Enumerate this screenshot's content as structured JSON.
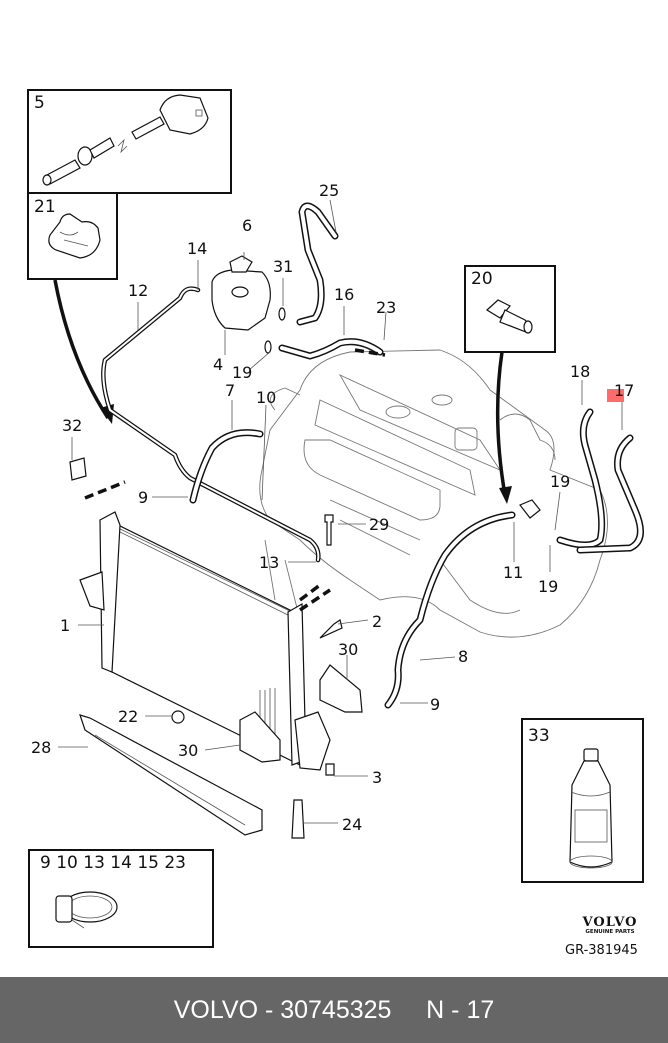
{
  "diagram": {
    "title": "Cooling system - radiator, expansion tank and coolant hoses",
    "highlight_color": "#ff6b6b",
    "callouts": [
      {
        "id": "c1",
        "label": "1"
      },
      {
        "id": "c2",
        "label": "2"
      },
      {
        "id": "c3",
        "label": "3"
      },
      {
        "id": "c4",
        "label": "4"
      },
      {
        "id": "c6",
        "label": "6"
      },
      {
        "id": "c7",
        "label": "7"
      },
      {
        "id": "c8",
        "label": "8"
      },
      {
        "id": "c9a",
        "label": "9"
      },
      {
        "id": "c9b",
        "label": "9"
      },
      {
        "id": "c10",
        "label": "10"
      },
      {
        "id": "c11",
        "label": "11"
      },
      {
        "id": "c12",
        "label": "12"
      },
      {
        "id": "c13",
        "label": "13"
      },
      {
        "id": "c14",
        "label": "14"
      },
      {
        "id": "c16",
        "label": "16"
      },
      {
        "id": "c17",
        "label": "17"
      },
      {
        "id": "c18",
        "label": "18"
      },
      {
        "id": "c19a",
        "label": "19"
      },
      {
        "id": "c19b",
        "label": "19"
      },
      {
        "id": "c19c",
        "label": "19"
      },
      {
        "id": "c22",
        "label": "22"
      },
      {
        "id": "c23",
        "label": "23"
      },
      {
        "id": "c24",
        "label": "24"
      },
      {
        "id": "c25",
        "label": "25"
      },
      {
        "id": "c28",
        "label": "28"
      },
      {
        "id": "c29",
        "label": "29"
      },
      {
        "id": "c30a",
        "label": "30"
      },
      {
        "id": "c30b",
        "label": "30"
      },
      {
        "id": "c31",
        "label": "31"
      },
      {
        "id": "c32",
        "label": "32"
      }
    ],
    "insets": {
      "sensor": {
        "label": "5"
      },
      "clip": {
        "label": "21"
      },
      "nipple": {
        "label": "20"
      },
      "coolant_bottle": {
        "label": "33"
      },
      "hose_clamp": {
        "label": "9  10  13  14  15  23"
      }
    },
    "highlighted_part": "17"
  },
  "brand": {
    "name": "VOLVO",
    "sub": "GENUINE PARTS",
    "drawing_id": "GR-381945"
  },
  "footer": {
    "text": "VOLVO - 30745325     N - 17"
  }
}
